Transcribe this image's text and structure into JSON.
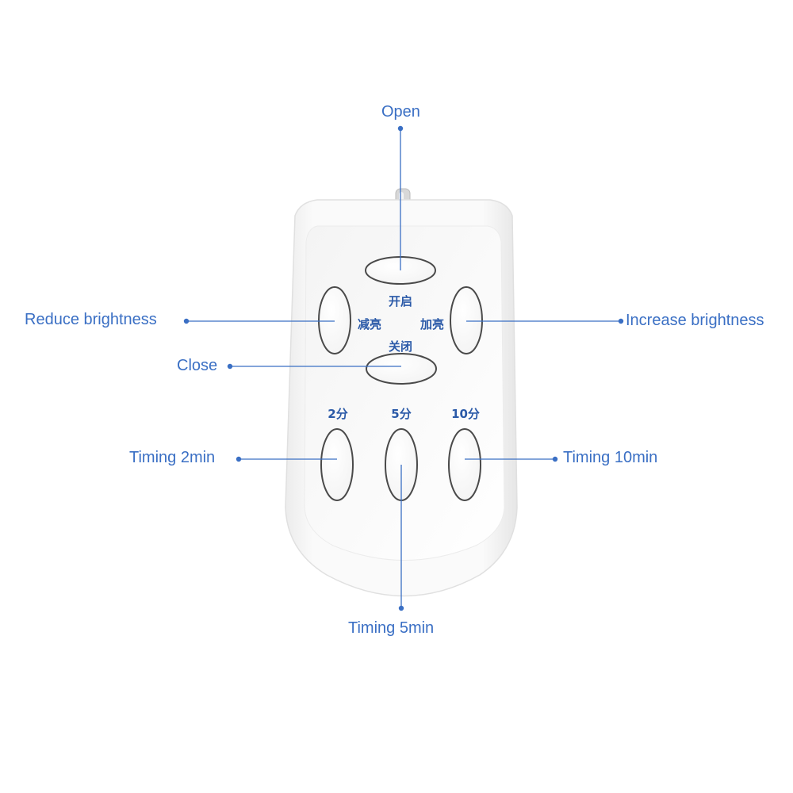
{
  "colors": {
    "accent": "#3a6fc4",
    "body": "#ffffff",
    "button_ring": "#4a4a4a",
    "print_text": "#2b5aa8"
  },
  "remote": {
    "printed_labels": {
      "open": "开启",
      "reduce": "减亮",
      "increase": "加亮",
      "close": "关闭",
      "t2": "2分",
      "t5": "5分",
      "t10": "10分"
    }
  },
  "callouts": {
    "open": "Open",
    "reduce": "Reduce brightness",
    "increase": "Increase brightness",
    "close": "Close",
    "timing_2": "Timing 2min",
    "timing_5": "Timing 5min",
    "timing_10": "Timing 10min"
  }
}
